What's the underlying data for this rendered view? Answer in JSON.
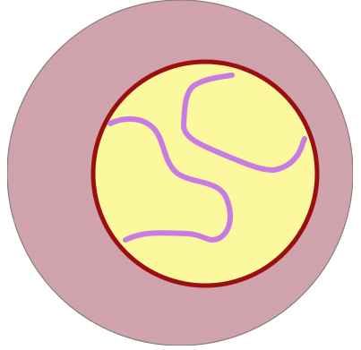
{
  "colors": {
    "background": "#ffffff",
    "cell_fill": "#d6a9b1",
    "cell_outline": "#7a7a7a",
    "nucleus_fill": "#fbf89d",
    "nucleus_outline": "#9b0f12",
    "chromosome_stroke": "#c77be3"
  },
  "structures": {
    "cell": "cell-body",
    "nucleus": "nucleus",
    "strands": [
      "chromosome-strand-1",
      "chromosome-strand-2"
    ]
  }
}
